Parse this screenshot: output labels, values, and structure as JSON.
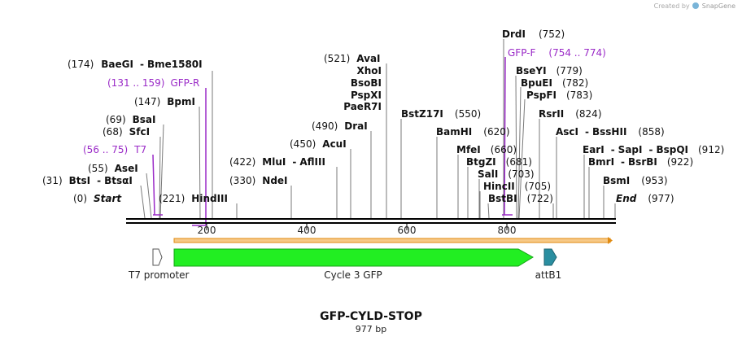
{
  "credit": {
    "prefix": "Created by",
    "brand": "SnapGene"
  },
  "title": "GFP-CYLD-STOP",
  "subtitle": "977 bp",
  "ticks": [
    "200",
    "400",
    "600",
    "800"
  ],
  "sites": {
    "btsi": {
      "pos": "(31)",
      "name": "BtsI",
      "sep": "-",
      "name2": "BtsαI"
    },
    "asei": {
      "pos": "(55)",
      "name": "AseI"
    },
    "t7": {
      "pos": "(56 .. 75)",
      "name": "T7"
    },
    "sfci": {
      "pos": "(68)",
      "name": "SfcI"
    },
    "bsai": {
      "pos": "(69)",
      "name": "BsaI"
    },
    "bpmi": {
      "pos": "(147)",
      "name": "BpmI"
    },
    "gfpr": {
      "pos": "(131 .. 159)",
      "name": "GFP-R"
    },
    "baegi": {
      "pos": "(174)",
      "name": "BaeGI",
      "sep": "-",
      "name2": "Bme1580I"
    },
    "start": {
      "pos": "(0)",
      "name": "Start"
    },
    "hindiii": {
      "pos": "(221)",
      "name": "HindIII"
    },
    "ndei": {
      "pos": "(330)",
      "name": "NdeI"
    },
    "mlui": {
      "pos": "(422)",
      "name": "MluI",
      "sep": "-",
      "name2": "AflIII"
    },
    "acui": {
      "pos": "(450)",
      "name": "AcuI"
    },
    "drai": {
      "pos": "(490)",
      "name": "DraI"
    },
    "avai": {
      "pos": "(521)",
      "name": "AvaI"
    },
    "xhoi": {
      "name": "XhoI"
    },
    "bsobi": {
      "name": "BsoBI"
    },
    "pspxi": {
      "name": "PspXI"
    },
    "paer7i": {
      "name": "PaeR7I"
    },
    "bstz17i": {
      "pos": "(550)",
      "name": "BstZ17I"
    },
    "bamhi": {
      "pos": "(620)",
      "name": "BamHI"
    },
    "mfei": {
      "pos": "(660)",
      "name": "MfeI"
    },
    "btgzi": {
      "pos": "(681)",
      "name": "BtgZI"
    },
    "sali": {
      "pos": "(703)",
      "name": "SalI"
    },
    "hincii": {
      "pos": "(705)",
      "name": "HincII"
    },
    "bstbi": {
      "pos": "(722)",
      "name": "BstBI"
    },
    "drdi": {
      "pos": "(752)",
      "name": "DrdI"
    },
    "gfpf": {
      "pos": "(754 .. 774)",
      "name": "GFP-F"
    },
    "bseyi": {
      "pos": "(779)",
      "name": "BseYI"
    },
    "bpuei": {
      "pos": "(782)",
      "name": "BpuEI"
    },
    "pspfi": {
      "pos": "(783)",
      "name": "PspFI"
    },
    "rsrii": {
      "pos": "(824)",
      "name": "RsrII"
    },
    "asci": {
      "pos": "(858)",
      "name": "AscI",
      "sep": "-",
      "name2": "BssHII"
    },
    "eari": {
      "pos": "(912)",
      "name": "EarI",
      "sep": "-",
      "name2": "SapI",
      "sep2": "-",
      "name3": "BspQI"
    },
    "bmri": {
      "pos": "(922)",
      "name": "BmrI",
      "sep": "-",
      "name2": "BsrBI"
    },
    "bsmi": {
      "pos": "(953)",
      "name": "BsmI"
    },
    "end": {
      "pos": "(977)",
      "name": "End"
    }
  },
  "features": {
    "t7_promoter": "T7 promoter",
    "gfp": "Cycle 3 GFP",
    "attb1": "attB1"
  },
  "colors": {
    "primer": "#9a2ac7",
    "gfp": "#22ee22",
    "attb1": "#2a8ea0",
    "orf": "#f5a623",
    "backbone": "#000000"
  }
}
